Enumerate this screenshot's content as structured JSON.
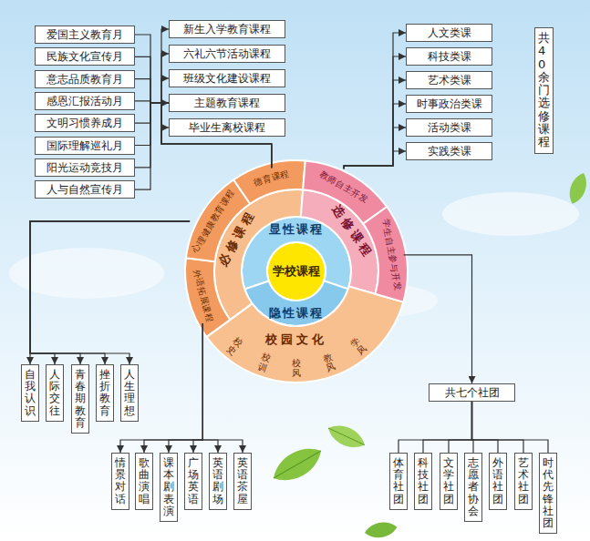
{
  "diagram": {
    "nodes": [
      {
        "text": [
          "爱国主义教育月"
        ]
      },
      {
        "text": [
          "民族文化宣传月"
        ]
      },
      {
        "text": [
          "意志品质教育月"
        ]
      },
      {
        "text": [
          "感恩汇报活动月"
        ]
      },
      {
        "text": [
          "文明习惯养成月"
        ]
      },
      {
        "text": [
          "国际理解巡礼月"
        ]
      },
      {
        "text": [
          "阳光运动竞技月"
        ]
      },
      {
        "text": [
          "人与自然宣传月"
        ]
      },
      {
        "text": [
          "新生入学教育课程"
        ]
      },
      {
        "text": [
          "六礼六节活动课程"
        ]
      },
      {
        "text": [
          "班级文化建设课程"
        ]
      },
      {
        "text": [
          "主题教育课程"
        ]
      },
      {
        "text": [
          "毕业生离校课程"
        ]
      },
      {
        "text": [
          "人文类课"
        ]
      },
      {
        "text": [
          "科技类课"
        ]
      },
      {
        "text": [
          "艺术类课"
        ]
      },
      {
        "text": [
          "时事政治类课"
        ]
      },
      {
        "text": [
          "活动类课"
        ]
      },
      {
        "text": [
          "实践类课"
        ]
      },
      {
        "text": [
          "共40余门选修课程"
        ]
      },
      {
        "text": [
          "学校课程"
        ]
      },
      {
        "text": [
          "显性课程"
        ]
      },
      {
        "text": [
          "隐性课程"
        ]
      },
      {
        "text": [
          "必修课程"
        ]
      },
      {
        "text": [
          "选修课程"
        ]
      },
      {
        "text": [
          "校园文化",
          "校史",
          "校训",
          "校风",
          "教风",
          "学风"
        ]
      },
      {
        "text": [
          "德育课程"
        ]
      },
      {
        "text": [
          "心理健康教育课程"
        ]
      },
      {
        "text": [
          "外语拓展课程"
        ]
      },
      {
        "text": [
          "教师自主开发"
        ]
      },
      {
        "text": [
          "学生自主参与开发"
        ]
      },
      {
        "text": [
          "自我认识"
        ]
      },
      {
        "text": [
          "人际交往"
        ]
      },
      {
        "text": [
          "青春期教育"
        ]
      },
      {
        "text": [
          "挫折教育"
        ]
      },
      {
        "text": [
          "人生理想"
        ]
      },
      {
        "text": [
          "情景对话"
        ]
      },
      {
        "text": [
          "歌曲演唱"
        ]
      },
      {
        "text": [
          "课本剧表演"
        ]
      },
      {
        "text": [
          "广场英语"
        ]
      },
      {
        "text": [
          "英语剧场"
        ]
      },
      {
        "text": [
          "英语茶屋"
        ]
      },
      {
        "text": [
          "共七个社团"
        ]
      },
      {
        "text": [
          "体育社团"
        ]
      },
      {
        "text": [
          "科技社团"
        ]
      },
      {
        "text": [
          "文学社团"
        ]
      },
      {
        "text": [
          "志愿者协会"
        ]
      },
      {
        "text": [
          "外语社团"
        ]
      },
      {
        "text": [
          "艺术社团"
        ]
      },
      {
        "text": [
          "时代先锋社团"
        ]
      }
    ],
    "edges": [
      {
        "from": 0,
        "to": 11,
        "arrow": "none"
      },
      {
        "from": 1,
        "to": 11,
        "arrow": "none"
      },
      {
        "from": 2,
        "to": 11,
        "arrow": "none"
      },
      {
        "from": 3,
        "to": 11,
        "arrow": "none"
      },
      {
        "from": 4,
        "to": 11,
        "arrow": "none"
      },
      {
        "from": 5,
        "to": 11,
        "arrow": "none"
      },
      {
        "from": 6,
        "to": 11,
        "arrow": "none"
      },
      {
        "from": 7,
        "to": 11,
        "arrow": "none"
      },
      {
        "from": 26,
        "to": 8,
        "arrow": "to"
      },
      {
        "from": 26,
        "to": 9,
        "arrow": "to"
      },
      {
        "from": 26,
        "to": 10,
        "arrow": "to"
      },
      {
        "from": 26,
        "to": 11,
        "arrow": "to"
      },
      {
        "from": 26,
        "to": 12,
        "arrow": "to"
      },
      {
        "from": 29,
        "to": 13,
        "arrow": "to"
      },
      {
        "from": 29,
        "to": 14,
        "arrow": "to"
      },
      {
        "from": 29,
        "to": 15,
        "arrow": "to"
      },
      {
        "from": 29,
        "to": 16,
        "arrow": "to"
      },
      {
        "from": 29,
        "to": 17,
        "arrow": "to"
      },
      {
        "from": 29,
        "to": 18,
        "arrow": "to"
      },
      {
        "from": 27,
        "to": 31,
        "arrow": "to"
      },
      {
        "from": 27,
        "to": 32,
        "arrow": "to"
      },
      {
        "from": 27,
        "to": 33,
        "arrow": "to"
      },
      {
        "from": 27,
        "to": 34,
        "arrow": "to"
      },
      {
        "from": 27,
        "to": 35,
        "arrow": "to"
      },
      {
        "from": 28,
        "to": 36,
        "arrow": "to"
      },
      {
        "from": 28,
        "to": 37,
        "arrow": "to"
      },
      {
        "from": 28,
        "to": 38,
        "arrow": "to"
      },
      {
        "from": 28,
        "to": 39,
        "arrow": "to"
      },
      {
        "from": 28,
        "to": 40,
        "arrow": "to"
      },
      {
        "from": 28,
        "to": 41,
        "arrow": "to"
      },
      {
        "from": 30,
        "to": 42,
        "arrow": "to"
      },
      {
        "from": 42,
        "to": 43,
        "arrow": "none"
      },
      {
        "from": 42,
        "to": 44,
        "arrow": "none"
      },
      {
        "from": 42,
        "to": 45,
        "arrow": "none"
      },
      {
        "from": 42,
        "to": 46,
        "arrow": "none"
      },
      {
        "from": 42,
        "to": 47,
        "arrow": "none"
      },
      {
        "from": 42,
        "to": 48,
        "arrow": "none"
      },
      {
        "from": 42,
        "to": 49,
        "arrow": "none"
      }
    ]
  }
}
